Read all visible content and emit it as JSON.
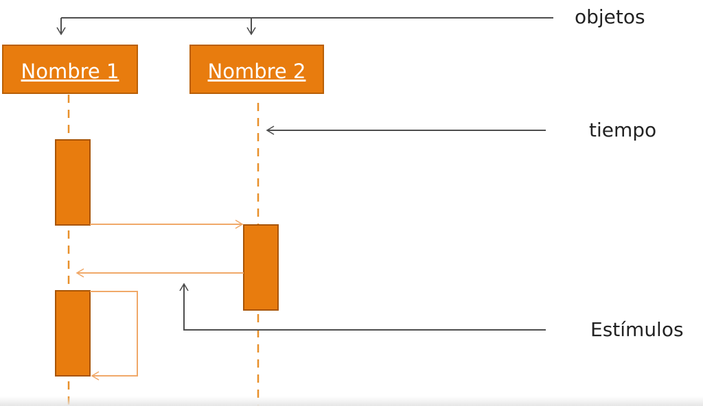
{
  "objects": [
    {
      "name": "Nombre 1"
    },
    {
      "name": "Nombre 2"
    }
  ],
  "annotations": {
    "objects_label": "objetos",
    "time_label": "tiempo",
    "stimuli_label": "Estímulos"
  },
  "colors": {
    "object_fill": "#e87c0e",
    "object_border": "#b95f06",
    "activation_fill": "#e87c0e",
    "activation_border": "#a85404",
    "lifeline": "#e8902a",
    "message": "#f0a868",
    "annotation_arrow": "#4d4d4d",
    "annotation_text": "#222222"
  }
}
